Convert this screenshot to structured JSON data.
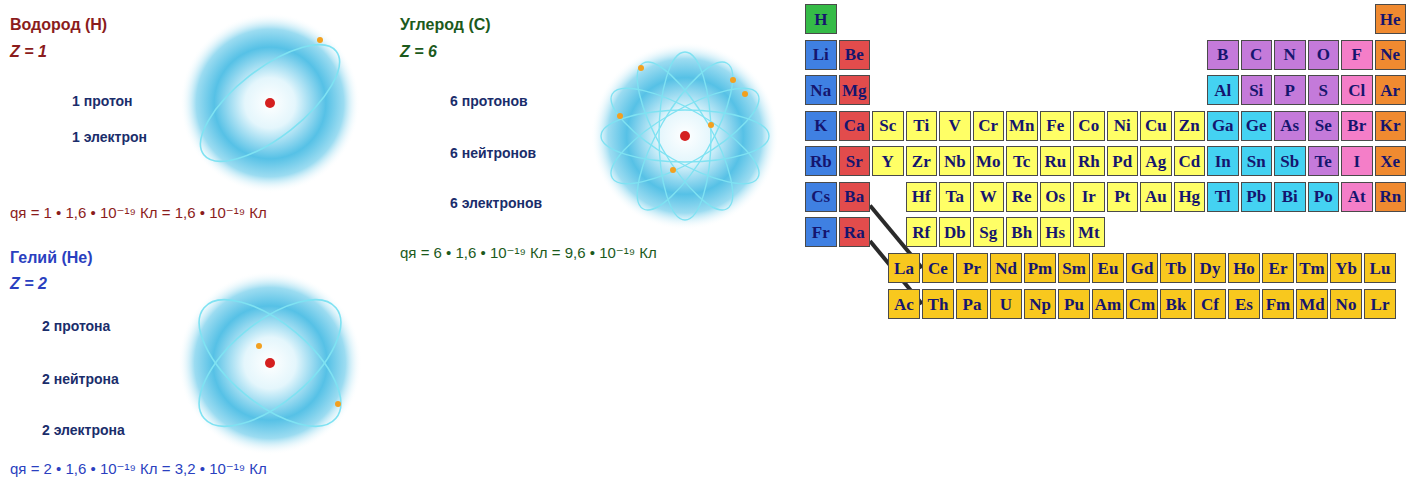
{
  "diagram": {
    "nodes": [
      {
        "text": [
          "H"
        ]
      },
      {
        "text": [
          "He"
        ]
      },
      {
        "text": [
          "Li"
        ]
      },
      {
        "text": [
          "Be"
        ]
      },
      {
        "text": [
          "B"
        ]
      },
      {
        "text": [
          "C"
        ]
      },
      {
        "text": [
          "N"
        ]
      },
      {
        "text": [
          "O"
        ]
      },
      {
        "text": [
          "F"
        ]
      },
      {
        "text": [
          "Ne"
        ]
      },
      {
        "text": [
          "Na"
        ]
      },
      {
        "text": [
          "Mg"
        ]
      },
      {
        "text": [
          "Al"
        ]
      },
      {
        "text": [
          "Si"
        ]
      },
      {
        "text": [
          "P"
        ]
      },
      {
        "text": [
          "S"
        ]
      },
      {
        "text": [
          "Cl"
        ]
      },
      {
        "text": [
          "Ar"
        ]
      },
      {
        "text": [
          "K"
        ]
      },
      {
        "text": [
          "Ca"
        ]
      },
      {
        "text": [
          "Sc"
        ]
      },
      {
        "text": [
          "Ti"
        ]
      },
      {
        "text": [
          "V"
        ]
      },
      {
        "text": [
          "Cr"
        ]
      },
      {
        "text": [
          "Mn"
        ]
      },
      {
        "text": [
          "Fe"
        ]
      },
      {
        "text": [
          "Co"
        ]
      },
      {
        "text": [
          "Ni"
        ]
      },
      {
        "text": [
          "Cu"
        ]
      },
      {
        "text": [
          "Zn"
        ]
      },
      {
        "text": [
          "Ga"
        ]
      },
      {
        "text": [
          "Ge"
        ]
      },
      {
        "text": [
          "As"
        ]
      },
      {
        "text": [
          "Se"
        ]
      },
      {
        "text": [
          "Br"
        ]
      },
      {
        "text": [
          "Kr"
        ]
      },
      {
        "text": [
          "Rb"
        ]
      },
      {
        "text": [
          "Sr"
        ]
      },
      {
        "text": [
          "Y"
        ]
      },
      {
        "text": [
          "Zr"
        ]
      },
      {
        "text": [
          "Nb"
        ]
      },
      {
        "text": [
          "Mo"
        ]
      },
      {
        "text": [
          "Tc"
        ]
      },
      {
        "text": [
          "Ru"
        ]
      },
      {
        "text": [
          "Rh"
        ]
      },
      {
        "text": [
          "Pd"
        ]
      },
      {
        "text": [
          "Ag"
        ]
      },
      {
        "text": [
          "Cd"
        ]
      },
      {
        "text": [
          "In"
        ]
      },
      {
        "text": [
          "Sn"
        ]
      },
      {
        "text": [
          "Sb"
        ]
      },
      {
        "text": [
          "Te"
        ]
      },
      {
        "text": [
          "I"
        ]
      },
      {
        "text": [
          "Xe"
        ]
      },
      {
        "text": [
          "Cs"
        ]
      },
      {
        "text": [
          "Ba"
        ]
      },
      {
        "text": [
          "Hf"
        ]
      },
      {
        "text": [
          "Ta"
        ]
      },
      {
        "text": [
          "W"
        ]
      },
      {
        "text": [
          "Re"
        ]
      },
      {
        "text": [
          "Os"
        ]
      },
      {
        "text": [
          "Ir"
        ]
      },
      {
        "text": [
          "Pt"
        ]
      },
      {
        "text": [
          "Au"
        ]
      },
      {
        "text": [
          "Hg"
        ]
      },
      {
        "text": [
          "Tl"
        ]
      },
      {
        "text": [
          "Pb"
        ]
      },
      {
        "text": [
          "Bi"
        ]
      },
      {
        "text": [
          "Po"
        ]
      },
      {
        "text": [
          "At"
        ]
      },
      {
        "text": [
          "Rn"
        ]
      },
      {
        "text": [
          "Fr"
        ]
      },
      {
        "text": [
          "Ra"
        ]
      },
      {
        "text": [
          "Rf"
        ]
      },
      {
        "text": [
          "Db"
        ]
      },
      {
        "text": [
          "Sg"
        ]
      },
      {
        "text": [
          "Bh"
        ]
      },
      {
        "text": [
          "Hs"
        ]
      },
      {
        "text": [
          "Mt"
        ]
      },
      {
        "text": [
          "La"
        ]
      },
      {
        "text": [
          "Ce"
        ]
      },
      {
        "text": [
          "Pr"
        ]
      },
      {
        "text": [
          "Nd"
        ]
      },
      {
        "text": [
          "Pm"
        ]
      },
      {
        "text": [
          "Sm"
        ]
      },
      {
        "text": [
          "Eu"
        ]
      },
      {
        "text": [
          "Gd"
        ]
      },
      {
        "text": [
          "Tb"
        ]
      },
      {
        "text": [
          "Dy"
        ]
      },
      {
        "text": [
          "Ho"
        ]
      },
      {
        "text": [
          "Er"
        ]
      },
      {
        "text": [
          "Tm"
        ]
      },
      {
        "text": [
          "Yb"
        ]
      },
      {
        "text": [
          "Lu"
        ]
      },
      {
        "text": [
          "Ac"
        ]
      },
      {
        "text": [
          "Th"
        ]
      },
      {
        "text": [
          "Pa"
        ]
      },
      {
        "text": [
          "U"
        ]
      },
      {
        "text": [
          "Np"
        ]
      },
      {
        "text": [
          "Pu"
        ]
      },
      {
        "text": [
          "Am"
        ]
      },
      {
        "text": [
          "Cm"
        ]
      },
      {
        "text": [
          "Bk"
        ]
      },
      {
        "text": [
          "Cf"
        ]
      },
      {
        "text": [
          "Es"
        ]
      },
      {
        "text": [
          "Fm"
        ]
      },
      {
        "text": [
          "Md"
        ]
      },
      {
        "text": [
          "No"
        ]
      },
      {
        "text": [
          "Lr"
        ]
      }
    ],
    "edges": [
      {
        "from": 55,
        "to": 80,
        "arrow": "none"
      },
      {
        "from": 72,
        "to": 95,
        "arrow": "none"
      }
    ],
    "labels": [
      "Водород (H)",
      "Z = 1",
      "1 протон",
      "1 электрон",
      "qя = 1 • 1,6 • 10⁻¹⁹ Кл = 1,6 • 10⁻¹⁹ Кл",
      "Гелий (He)",
      "Z = 2",
      "2 протона",
      "2 нейтрона",
      "2 электрона",
      "qя = 2 • 1,6 • 10⁻¹⁹ Кл = 3,2 • 10⁻¹⁹ Кл",
      "Углерод (C)",
      "Z = 6",
      "6 протонов",
      "6 нейтронов",
      "6 электронов",
      "qя = 6 • 1,6 • 10⁻¹⁹ Кл = 9,6 • 10⁻¹⁹ Кл"
    ]
  }
}
